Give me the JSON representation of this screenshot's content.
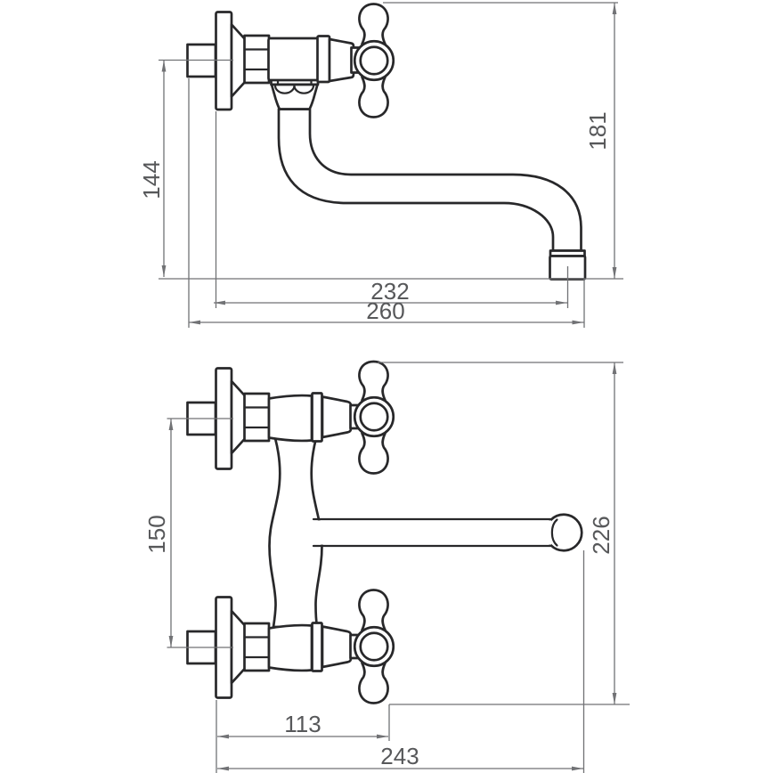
{
  "dims": {
    "top": {
      "overall_height": "181",
      "inlet_height": "144",
      "reach_inner": "232",
      "reach_outer": "260"
    },
    "bottom": {
      "inlet_spacing": "150",
      "overall_height": "226",
      "reach_inner": "113",
      "reach_outer": "243"
    }
  },
  "colors": {
    "outline": "#28282a",
    "dimension": "#717275",
    "label": "#57585a",
    "background": "#ffffff"
  }
}
